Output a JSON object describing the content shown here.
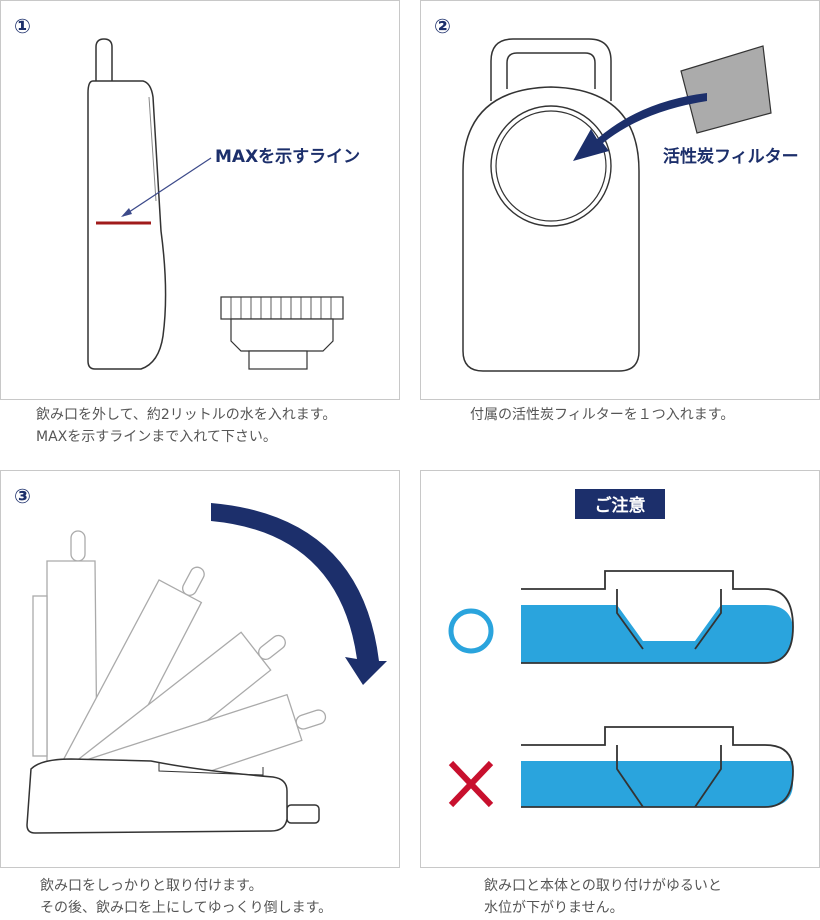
{
  "steps": [
    {
      "number": "①",
      "callout": "MAXを示すライン",
      "caption": [
        "飲み口を外して、約2リットルの水を入れます。",
        "MAXを示すラインまで入れて下さい。"
      ]
    },
    {
      "number": "②",
      "callout": "活性炭フィルター",
      "caption": [
        "付属の活性炭フィルターを１つ入れます。"
      ]
    },
    {
      "number": "③",
      "caption": [
        "飲み口をしっかりと取り付けます。",
        "その後、飲み口を上にしてゆっくり倒します。"
      ]
    },
    {
      "badge": "ご注意",
      "caption": [
        "飲み口と本体との取り付けがゆるいと",
        "水位が下がりません。"
      ]
    }
  ],
  "colors": {
    "navy": "#1c2f6b",
    "max_line": "#a01b1b",
    "water": "#2aa4dd",
    "ok_mark": "#2aa4dd",
    "ng_mark": "#c8102e",
    "outline": "#333333",
    "panel_border": "#c8c8c8"
  },
  "icons": {
    "ok": "circle-icon",
    "ng": "cross-icon"
  }
}
